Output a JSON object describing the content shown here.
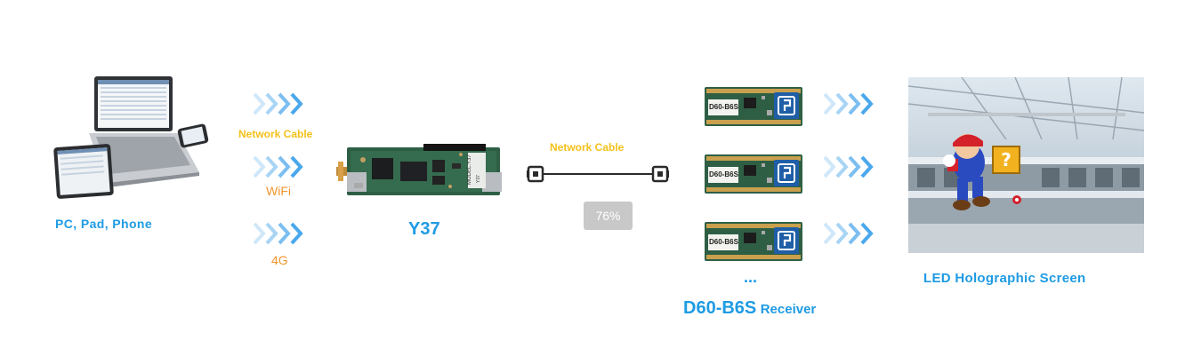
{
  "devices_label": "PC, Pad, Phone",
  "links": {
    "network_cable_1": "Network Cable",
    "wifi": "WiFi",
    "cellular": "4G",
    "network_cable_2": "Network Cable"
  },
  "controller": {
    "name": "Y37",
    "board_text": "MODEL:Y37",
    "board_subtext": "Y37"
  },
  "progress_badge": "76%",
  "receiver": {
    "model": "D60-B6S",
    "word": "Receiver",
    "ellipsis": "...",
    "card_labels": [
      "D60-B6S",
      "D60-B6S",
      "D60-B6S"
    ]
  },
  "screen_label": "LED Holographic Screen",
  "colors": {
    "label_blue": "#1e9be4",
    "label_yellow": "#f4c11a",
    "label_orange": "#f0962d",
    "pcb_green": "#2e5f45",
    "arrow_light": "#b6dcf7",
    "arrow_dark": "#4aa8ec"
  }
}
